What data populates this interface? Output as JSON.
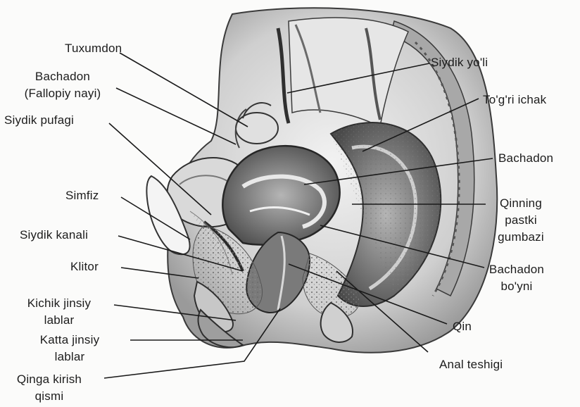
{
  "colors": {
    "background": "#fbfbfa",
    "tissue_dark": "#3a3a3a",
    "tissue_mid": "#8a8a8a",
    "tissue_light": "#d6d6d6",
    "leader_line": "#1a1a1a",
    "text": "#1c1c1c"
  },
  "labels": {
    "tuxumdon": "Tuxumdon",
    "bachadon_fallopiy_1": "Bachadon",
    "bachadon_fallopiy_2": "(Fallopiy nayi)",
    "siydik_pufagi": "Siydik pufagi",
    "simfiz": "Simfiz",
    "siydik_kanali": "Siydik kanali",
    "klitor": "Klitor",
    "kichik_jinsiy_1": "Kichik jinsiy",
    "kichik_jinsiy_2": "lablar",
    "katta_jinsiy_1": "Katta jinsiy",
    "katta_jinsiy_2": "lablar",
    "qinga_kirish_1": "Qinga kirish",
    "qinga_kirish_2": "qismi",
    "siydik_yoli": "Siydik yo'li",
    "togri_ichak": "To'g'ri ichak",
    "bachadon": "Bachadon",
    "qinning_1": "Qinning",
    "qinning_2": "pastki",
    "qinning_3": "gumbazi",
    "bachadon_boyni_1": "Bachadon",
    "bachadon_boyni_2": "bo'yni",
    "qin": "Qin",
    "anal_teshigi": "Anal teshigi"
  }
}
